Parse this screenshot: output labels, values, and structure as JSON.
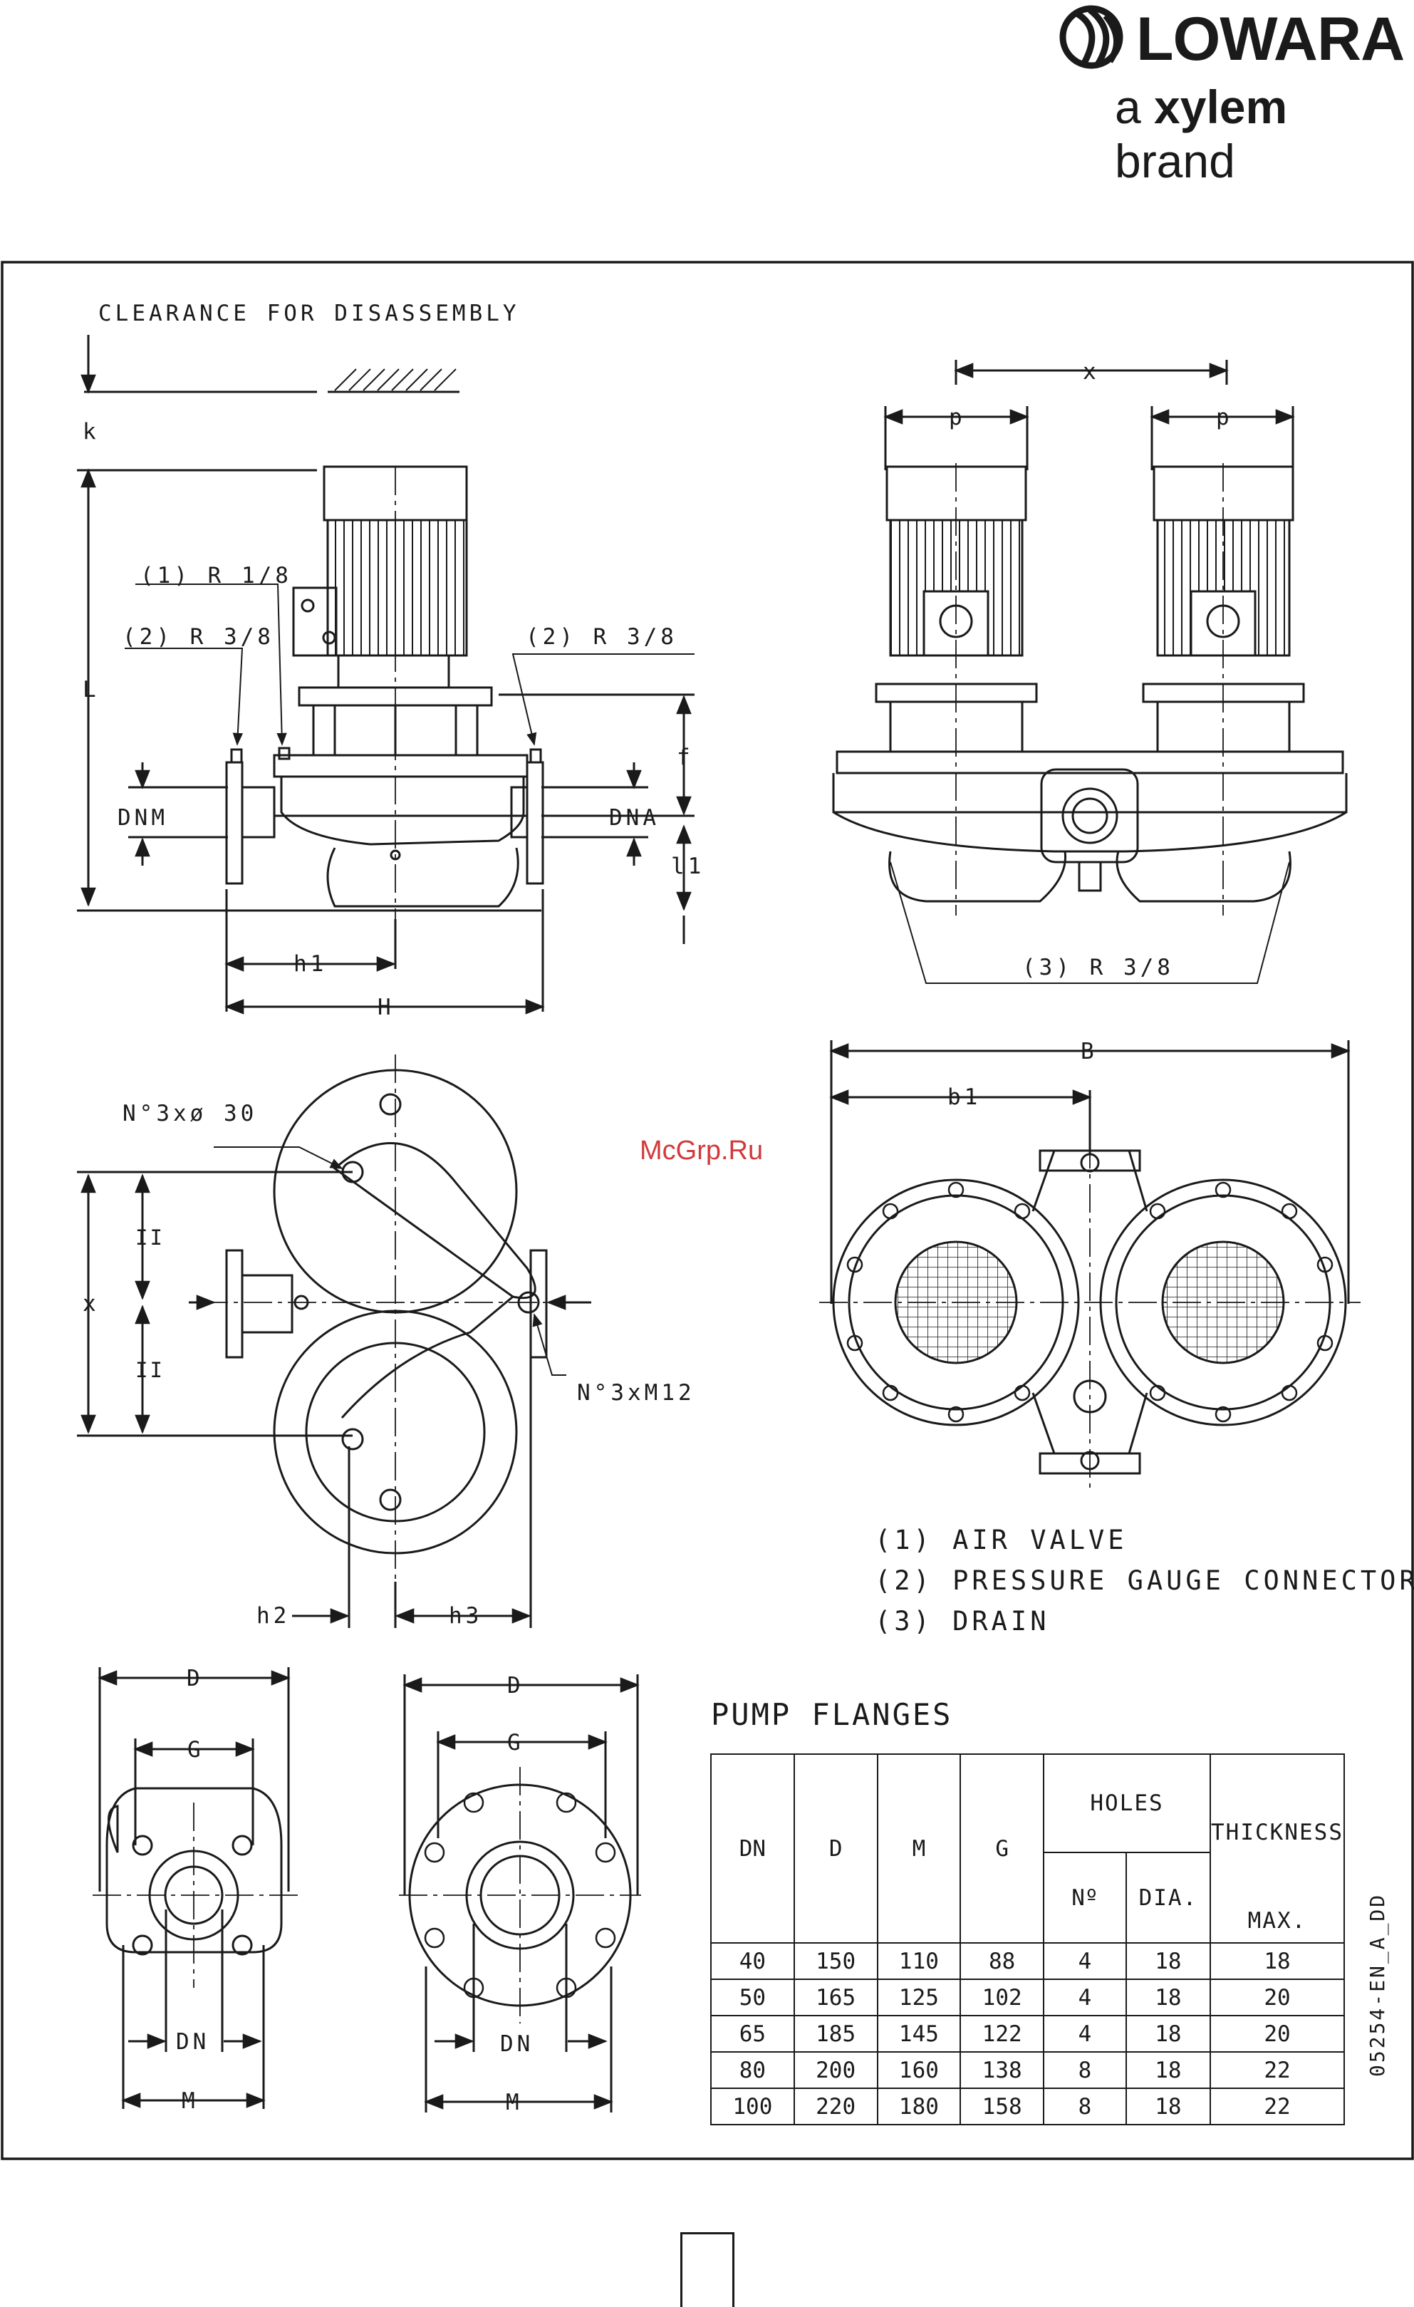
{
  "brand": {
    "name": "LOWARA",
    "tagline_pre": "a ",
    "tagline_bold": "xylem",
    "tagline_post": " brand"
  },
  "watermark": "McGrp.Ru",
  "labels": {
    "clearance": "CLEARANCE FOR DISASSEMBLY",
    "k": "k",
    "L": "L",
    "f": "f",
    "l1": "l1",
    "air_valve_conn": "(1) R 1/8",
    "gauge_left": "(2) R 3/8",
    "gauge_right": "(2) R 3/8",
    "DNM": "DNM",
    "DNA": "DNA",
    "h1": "h1",
    "H": "H",
    "x_top": "x",
    "p1": "p",
    "p2": "p",
    "drain": "(3) R 3/8",
    "B": "B",
    "b1": "b1",
    "holes_30": "N°3xø 30",
    "m12": "N°3xM12",
    "x_side": "x",
    "ii_upper": "II",
    "ii_lower": "II",
    "h2": "h2",
    "h3": "h3",
    "D1": "D",
    "G1": "G",
    "DN1": "DN",
    "M1": "M",
    "D2": "D",
    "G2": "G",
    "DN2": "DN",
    "M2": "M"
  },
  "legend": [
    "(1) AIR VALVE",
    "(2) PRESSURE GAUGE CONNECTOR",
    "(3) DRAIN"
  ],
  "pump_flanges": {
    "title": "PUMP FLANGES",
    "headers": {
      "dn": "DN",
      "d": "D",
      "m": "M",
      "g": "G",
      "holes": "HOLES",
      "no": "Nº",
      "dia": "DIA.",
      "thickness": "THICKNESS",
      "max": "MAX."
    },
    "rows": [
      [
        "40",
        "150",
        "110",
        "88",
        "4",
        "18",
        "18"
      ],
      [
        "50",
        "165",
        "125",
        "102",
        "4",
        "18",
        "20"
      ],
      [
        "65",
        "185",
        "145",
        "122",
        "4",
        "18",
        "20"
      ],
      [
        "80",
        "200",
        "160",
        "138",
        "8",
        "18",
        "22"
      ],
      [
        "100",
        "220",
        "180",
        "158",
        "8",
        "18",
        "22"
      ]
    ]
  },
  "drawing_code": "05254-EN_A_DD",
  "colors": {
    "ink": "#1a1a1a",
    "watermark": "#d23a3a"
  }
}
